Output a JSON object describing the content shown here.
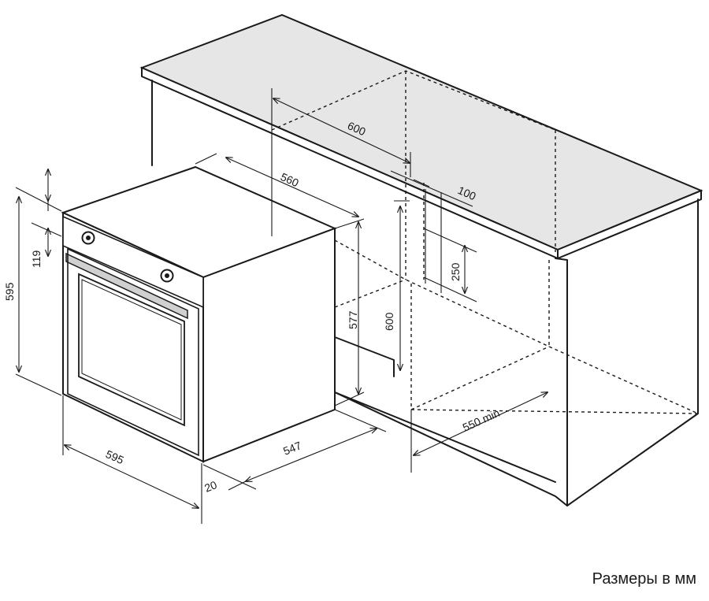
{
  "dimensions": {
    "niche_width": "600",
    "oven_depth": "560",
    "vent_gap": "100",
    "vent_height": "250",
    "niche_height": "600",
    "oven_body_height": "577",
    "oven_height": "595",
    "panel_height": "119",
    "oven_width": "595",
    "oven_body_depth": "547",
    "front_thickness": "20",
    "niche_depth_min": "550 min"
  },
  "caption": "Размеры в мм",
  "colors": {
    "stroke": "#1a1a1a",
    "countertop": "#e6e6e6",
    "door_side": "#d0d0d0",
    "background": "#ffffff"
  }
}
